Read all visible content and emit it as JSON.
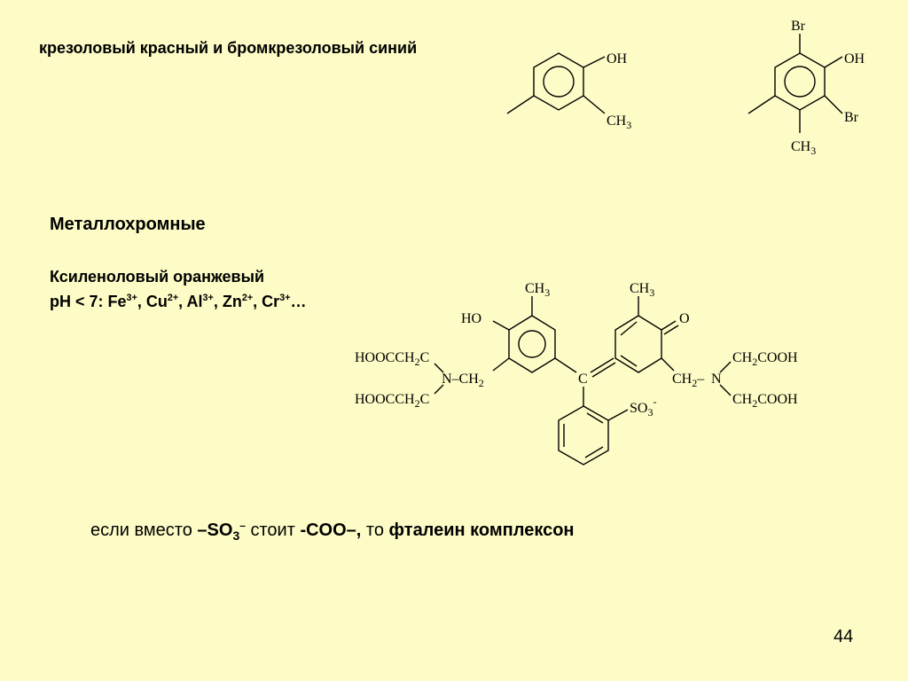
{
  "heading_indicators": "крезоловый красный и бромкрезоловый синий",
  "heading_metallochromic": "Металлохромные",
  "xylenol_name": "Ксиленоловый оранжевый",
  "ph_line": {
    "prefix": "pH < 7: ",
    "ions": [
      {
        "symbol": "Fe",
        "charge": "3+",
        "sep": ", "
      },
      {
        "symbol": "Cu",
        "charge": "2+",
        "sep": ", "
      },
      {
        "symbol": "Al",
        "charge": "3+",
        "sep": ", "
      },
      {
        "symbol": "Zn",
        "charge": "2+",
        "sep": ", "
      },
      {
        "symbol": "Cr",
        "charge": "3+",
        "sep": "…"
      }
    ]
  },
  "note": {
    "part1": "если вместо ",
    "so3_main": "–SO",
    "so3_sub": "3",
    "so3_sup": "–",
    "part2": " стоит ",
    "coo": "-COO–,",
    "part3": " то ",
    "result": "фталеин комплексон"
  },
  "page_number": "44",
  "cresol": {
    "oh": "OH",
    "ch3_main": "CH",
    "ch3_sub": "3"
  },
  "bromocresol": {
    "br_top": "Br",
    "oh": "OH",
    "br_right": "Br",
    "ch3_main": "CH",
    "ch3_sub": "3"
  },
  "xylenol": {
    "ch3_left_main": "CH",
    "ch3_left_sub": "3",
    "ch3_right_main": "CH",
    "ch3_right_sub": "3",
    "ho": "HO",
    "o": "O",
    "c_center": "C",
    "left_upper_main": "HOOCCH",
    "left_upper_sub": "2",
    "left_upper_tail": "C",
    "left_lower_main": "HOOCCH",
    "left_lower_sub": "2",
    "left_lower_tail": "C",
    "n_left_main": "N–CH",
    "n_left_sub": "2",
    "right_ch2_main": "CH",
    "right_ch2_sub": "2",
    "right_ch2_tail": "–",
    "n_right": "N",
    "right_upper_main": "CH",
    "right_upper_sub": "2",
    "right_upper_tail": "COOH",
    "right_lower_main": "CH",
    "right_lower_sub": "2",
    "right_lower_tail": "COOH",
    "so3_main": "SO",
    "so3_sub": "3",
    "so3_sup": "-"
  }
}
